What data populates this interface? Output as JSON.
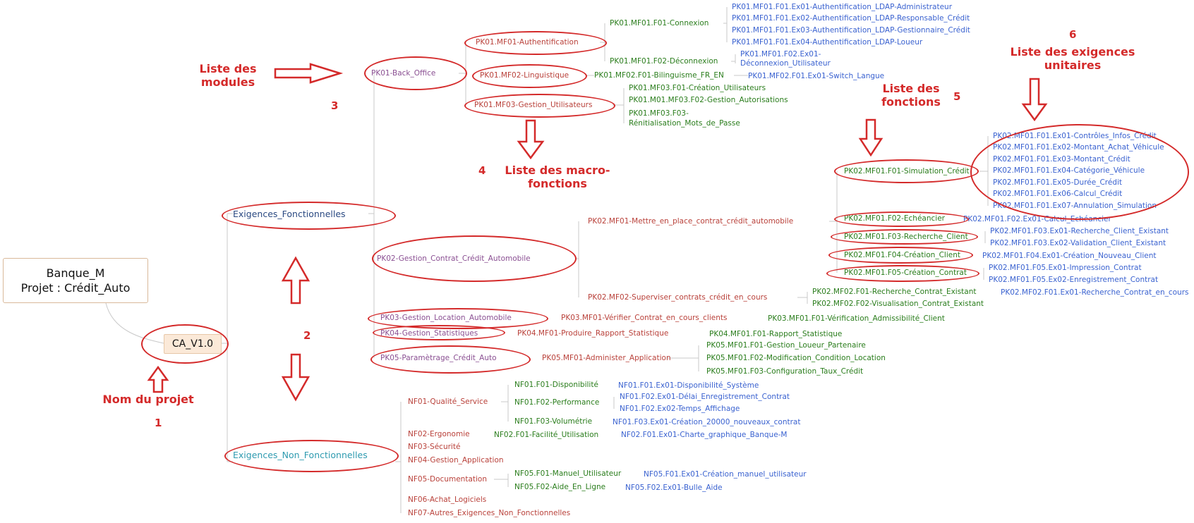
{
  "root": {
    "line1": "Banque_M",
    "line2": "Projet : Crédit_Auto"
  },
  "version": "CA_V1.0",
  "branches": {
    "functional": "Exigences_Fonctionnelles",
    "non_functional": "Exigences_Non_Fonctionnelles"
  },
  "modules": {
    "pk01": "PK01-Back_Office",
    "pk02": "PK02-Gestion_Contrat_Crédit_Automobile",
    "pk03": "PK03-Gestion_Location_Automobile",
    "pk04": "PK04-Gestion_Statistiques",
    "pk05": "PK05-Paramètrage_Crédit_Auto"
  },
  "macros": {
    "pk01_mf01": "PK01.MF01-Authentification",
    "pk01_mf02": "PK01.MF02-Linguistique",
    "pk01_mf03": "PK01.MF03-Gestion_Utilisateurs",
    "pk02_mf01": "PK02.MF01-Mettre_en_place_contrat_crédit_automobile",
    "pk02_mf02": "PK02.MF02-Superviser_contrats_crédit_en_cours",
    "pk03_mf01": "PK03.MF01-Vérifier_Contrat_en_cours_clients",
    "pk04_mf01": "PK04.MF01-Produire_Rapport_Statistique",
    "pk05_mf01": "PK05.MF01-Administer_Application"
  },
  "functions": {
    "pk01_mf01_f01": "PK01.MF01.F01-Connexion",
    "pk01_mf01_f02": "PK01.MF01.F02-Déconnexion",
    "pk01_mf02_f01": "PK01.MF02.F01-Bilinguisme_FR_EN",
    "pk01_mf03_f01": "PK01.MF03.F01-Création_Utilisateurs",
    "pk01_mf03_f02": "PK01.M01.MF03.F02-Gestion_Autorisations",
    "pk01_mf03_f03_l1": "PK01.MF03.F03-",
    "pk01_mf03_f03_l2": "Rénitialisation_Mots_de_Passe",
    "pk02_mf01_f01": "PK02.MF01.F01-Simulation_Crédit",
    "pk02_mf01_f02": "PK02.MF01.F02-Echéancier",
    "pk02_mf01_f03": "PK02.MF01.F03-Recherche_Client",
    "pk02_mf01_f04": "PK02.MF01.F04-Création_Client",
    "pk02_mf01_f05": "PK02.MF01.F05-Création_Contrat",
    "pk02_mf02_f01": "PK02.MF02.F01-Recherche_Contrat_Existant",
    "pk02_mf02_f02": "PK02.MF02.F02-Visualisation_Contrat_Existant",
    "pk03_mf01_f01": "PK03.MF01.F01-Vérification_Admissibilité_Client",
    "pk04_mf01_f01": "PK04.MF01.F01-Rapport_Statistique",
    "pk05_mf01_f01": "PK05.MF01.F01-Gestion_Loueur_Partenaire",
    "pk05_mf01_f02": "PK05.MF01.F02-Modification_Condition_Location",
    "pk05_mf01_f03": "PK05.MF01.F03-Configuration_Taux_Crédit"
  },
  "exigences": {
    "pk01_f01_ex01": "PK01.MF01.F01.Ex01-Authentification_LDAP-Administrateur",
    "pk01_f01_ex02": "PK01.MF01.F01.Ex02-Authentification_LDAP-Responsable_Crédit",
    "pk01_f01_ex03": "PK01.MF01.F01.Ex03-Authentification_LDAP-Gestionnaire_Crédit",
    "pk01_f01_ex04": "PK01.MF01.F01.Ex04-Authentification_LDAP-Loueur",
    "pk01_f02_ex01_l1": "PK01.MF01.F02.Ex01-",
    "pk01_f02_ex01_l2": "Déconnexion_Utilisateur",
    "pk01_mf02_ex01": "PK01.MF02.F01.Ex01-Switch_Langue",
    "pk02_f01_ex01": "PK02.MF01.F01.Ex01-Contrôles_Infos_Crédit",
    "pk02_f01_ex02": "PK02.MF01.F01.Ex02-Montant_Achat_Véhicule",
    "pk02_f01_ex03": "PK02.MF01.F01.Ex03-Montant_Crédit",
    "pk02_f01_ex04": "PK02.MF01.F01.Ex04-Catégorie_Véhicule",
    "pk02_f01_ex05": "PK02.MF01.F01.Ex05-Durée_Crédit",
    "pk02_f01_ex06": "PK02.MF01.F01.Ex06-Calcul_Crédit",
    "pk02_f01_ex07": "PK02.MF01.F01.Ex07-Annulation_Simulation",
    "pk02_f02_ex01": "PK02.MF01.F02.Ex01-Calcul_Echéancier",
    "pk02_f03_ex01": "PK02.MF01.F03.Ex01-Recherche_Client_Existant",
    "pk02_f03_ex02": "PK02.MF01.F03.Ex02-Validation_Client_Existant",
    "pk02_f04_ex01": "PK02.MF01.F04.Ex01-Création_Nouveau_Client",
    "pk02_f05_ex01": "PK02.MF01.F05.Ex01-Impression_Contrat",
    "pk02_f05_ex02": "PK02.MF01.F05.Ex02-Enregistrement_Contrat",
    "pk02_mf02_ex01": "PK02.MF02.F01.Ex01-Recherche_Contrat_en_cours"
  },
  "nf": {
    "nf01": "NF01-Qualité_Service",
    "nf01_f01": "NF01.F01-Disponibilité",
    "nf01_f01_ex01": "NF01.F01.Ex01-Disponibilité_Système",
    "nf01_f02": "NF01.F02-Performance",
    "nf01_f02_ex01": "NF01.F02.Ex01-Délai_Enregistrement_Contrat",
    "nf01_f02_ex02": "NF01.F02.Ex02-Temps_Affichage",
    "nf01_f03": "NF01.F03-Volumétrie",
    "nf01_f03_ex01": "NF01.F03.Ex01-Création_20000_nouveaux_contrat",
    "nf02": "NF02-Ergonomie",
    "nf02_f01": "NF02.F01-Facilité_Utilisation",
    "nf02_f01_ex01": "NF02.F01.Ex01-Charte_graphique_Banque-M",
    "nf03": "NF03-Sécurité",
    "nf04": "NF04-Gestion_Application",
    "nf05": "NF05-Documentation",
    "nf05_f01": "NF05.F01-Manuel_Utilisateur",
    "nf05_f01_ex01": "NF05.F01.Ex01-Création_manuel_utilisateur",
    "nf05_f02": "NF05.F02-Aide_En_Ligne",
    "nf05_f02_ex01": "NF05.F02.Ex01-Bulle_Aide",
    "nf06": "NF06-Achat_Logiciels",
    "nf07": "NF07-Autres_Exigences_Non_Fonctionnelles"
  },
  "annotations": {
    "modules": "Liste des\nmodules",
    "num3": "3",
    "macro": "Liste des macro-\nfonctions",
    "num4": "4",
    "fonctions": "Liste des\nfonctions",
    "num5": "5",
    "exigences": "Liste des exigences\nunitaires",
    "num6": "6",
    "num2": "2",
    "projet": "Nom du projet",
    "num1": "1"
  },
  "colors": {
    "annotation": "#d42a2a",
    "module": "#8a4f92",
    "macro": "#b9413a",
    "function": "#2a7d1c",
    "exigence": "#3a62d0",
    "functional_branch": "#2b4a82",
    "non_functional_branch": "#2f9bb0"
  }
}
